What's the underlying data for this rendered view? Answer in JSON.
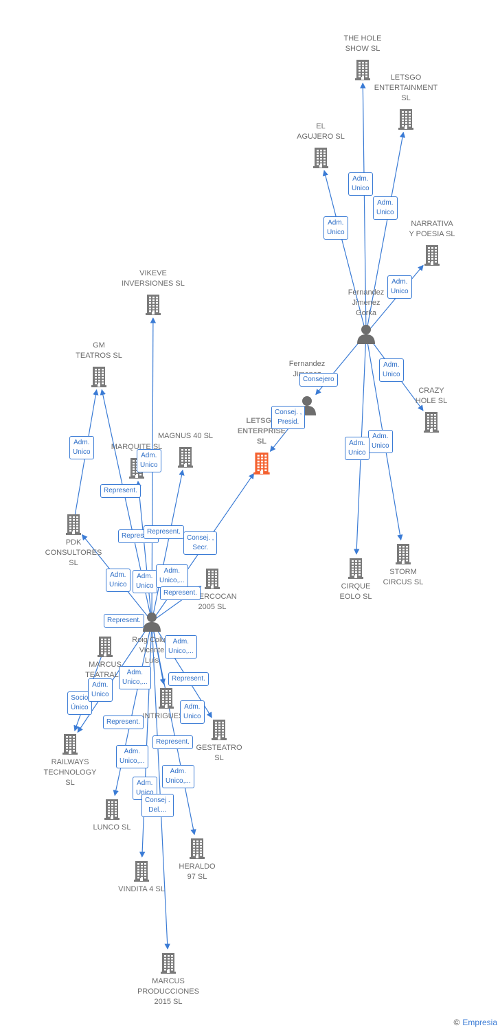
{
  "colors": {
    "edge": "#3a7bd5",
    "building": "#7a7a7a",
    "focus_building": "#f4602e",
    "person": "#6d6d6d",
    "label": "#6b6b6b"
  },
  "nodes": [
    {
      "id": "letsgo_enterprise",
      "label": "LETSGO\nENTERPRISE\nSL",
      "kind": "company",
      "focus": true
    },
    {
      "id": "the_hole_show",
      "label": "THE HOLE\nSHOW SL",
      "kind": "company"
    },
    {
      "id": "letsgo_entertainment",
      "label": "LETSGO\nENTERTAINMENT\nSL",
      "kind": "company"
    },
    {
      "id": "el_agujero",
      "label": "EL\nAGUJERO SL",
      "kind": "company"
    },
    {
      "id": "narrativa",
      "label": "NARRATIVA\nY POESIA SL",
      "kind": "company"
    },
    {
      "id": "fernandez_gorka",
      "label": "Fernandez\nJimenez\nGorka",
      "kind": "person"
    },
    {
      "id": "fernandez_j",
      "label": "Fernandez\nJimenez\nJo...",
      "kind": "person"
    },
    {
      "id": "crazy_hole",
      "label": "CRAZY\nHOLE SL",
      "kind": "company"
    },
    {
      "id": "cirque_eolo",
      "label": "CIRQUE\nEOLO SL",
      "kind": "company"
    },
    {
      "id": "storm_circus",
      "label": "STORM\nCIRCUS SL",
      "kind": "company"
    },
    {
      "id": "vikeve",
      "label": "VIKEVE\nINVERSIONES SL",
      "kind": "company"
    },
    {
      "id": "gm_teatros",
      "label": "GM\nTEATROS SL",
      "kind": "company"
    },
    {
      "id": "marquite",
      "label": "MARQUITE SL",
      "kind": "company"
    },
    {
      "id": "magnus40",
      "label": "MAGNUS 40 SL",
      "kind": "company"
    },
    {
      "id": "pdk",
      "label": "PDK\nCONSULTORES\nSL",
      "kind": "company"
    },
    {
      "id": "amercocan",
      "label": "AMERCOCAN\n2005 SL",
      "kind": "company"
    },
    {
      "id": "roig",
      "label": "Roig Colu...\nVicente\nLuis",
      "kind": "person"
    },
    {
      "id": "marcus_teatral",
      "label": "MARCUS\nTEATRAL...",
      "kind": "company"
    },
    {
      "id": "intrigues",
      "label": "INTRIGUES...",
      "kind": "company"
    },
    {
      "id": "gesteatro",
      "label": "GESTEATRO\nSL",
      "kind": "company"
    },
    {
      "id": "railways",
      "label": "RAILWAYS\nTECHNOLOGY\nSL",
      "kind": "company"
    },
    {
      "id": "lunco",
      "label": "LUNCO SL",
      "kind": "company"
    },
    {
      "id": "heraldo",
      "label": "HERALDO\n97 SL",
      "kind": "company"
    },
    {
      "id": "vindita",
      "label": "VINDITA 4 SL",
      "kind": "company"
    },
    {
      "id": "marcus_prod",
      "label": "MARCUS\nPRODUCCIONES\n2015 SL",
      "kind": "company"
    }
  ],
  "edge_labels": [
    "Adm.\nUnico",
    "Adm.\nUnico",
    "Adm.\nUnico",
    "Adm.\nUnico",
    "Consejero",
    "Consej. ,\nPresid.",
    "Adm.\nUnico",
    "Adm.\nUnico",
    "Adm.\nUnico",
    "Adm.\nUnico",
    "Adm.\nUnico",
    "Represent.",
    "Represent.",
    "Represent.",
    "Consej. ,\nSecr.",
    "Adm.\nUnico",
    "Adm.\nUnico",
    "Adm.\nUnico,...",
    "Represent.",
    "Represent.",
    "Adm.\nUnico,...",
    "Adm.\nUnico,...",
    "Adm.\nUnico",
    "Represent.",
    "Socio\nÚnico",
    "Adm.\nUnico",
    "Represent.",
    "Represent.",
    "Adm.\nUnico,...",
    "Adm.\nUnico,...",
    "Adm.\nUnico",
    "Consej .\nDel...."
  ],
  "brand": {
    "copyright": "©",
    "name": "Empresia"
  }
}
